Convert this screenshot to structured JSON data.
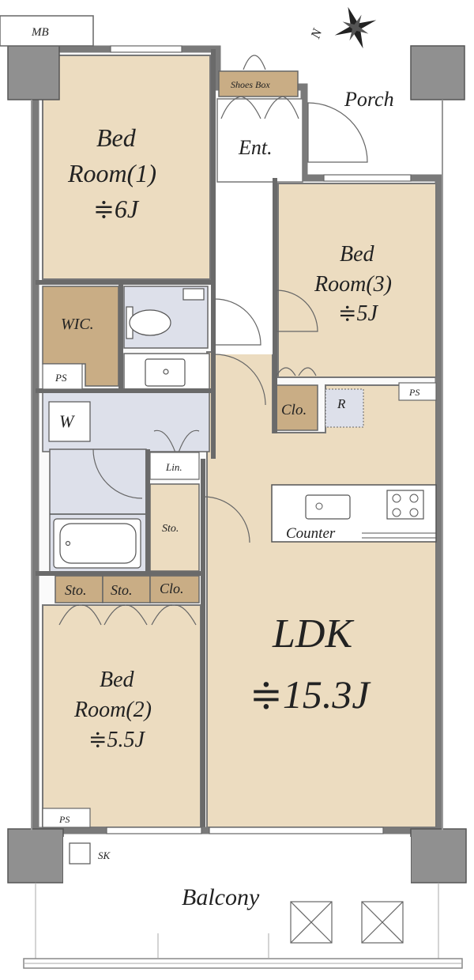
{
  "labels": {
    "mb": "MB",
    "north": "N",
    "shoes_box": "Shoes Box",
    "porch": "Porch",
    "entrance": "Ent.",
    "bed1_title": "Bed",
    "bed1_room": "Room(1)",
    "bed1_size": "≑6J",
    "bed3_title": "Bed",
    "bed3_room": "Room(3)",
    "bed3_size": "≑5J",
    "wic": "WIC.",
    "ps_left_upper": "PS",
    "ps_right": "PS",
    "ps_left_lower": "PS",
    "washer": "W",
    "closet3": "Clo.",
    "fridge": "R",
    "linen": "Lin.",
    "storage_mid": "Sto.",
    "counter": "Counter",
    "sto_a": "Sto.",
    "sto_b": "Sto.",
    "closet2": "Clo.",
    "ldk": "LDK",
    "ldk_size": "≑15.3J",
    "bed2_title": "Bed",
    "bed2_room": "Room(2)",
    "bed2_size": "≑5.5J",
    "sink": "SK",
    "balcony": "Balcony"
  },
  "colors": {
    "room_fill": "#ecdcc0",
    "closet_fill": "#c9ad85",
    "wet_fill": "#dde0ea",
    "wall": "#7a7a7a",
    "column": "#909090",
    "line": "#555555"
  }
}
